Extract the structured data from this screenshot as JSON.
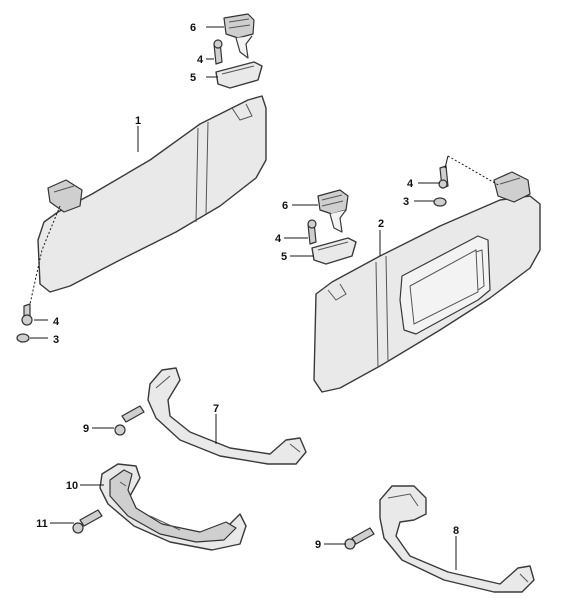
{
  "callouts": {
    "c1": "1",
    "c2": "2",
    "c3_left": "3",
    "c3_right": "3",
    "c4_top": "4",
    "c4_left_lower": "4",
    "c4_mid": "4",
    "c4_right": "4",
    "c5_top": "5",
    "c5_mid": "5",
    "c6_top": "6",
    "c6_mid": "6",
    "c7": "7",
    "c8": "8",
    "c9_left": "9",
    "c9_right": "9",
    "c10": "10",
    "c11": "11"
  }
}
